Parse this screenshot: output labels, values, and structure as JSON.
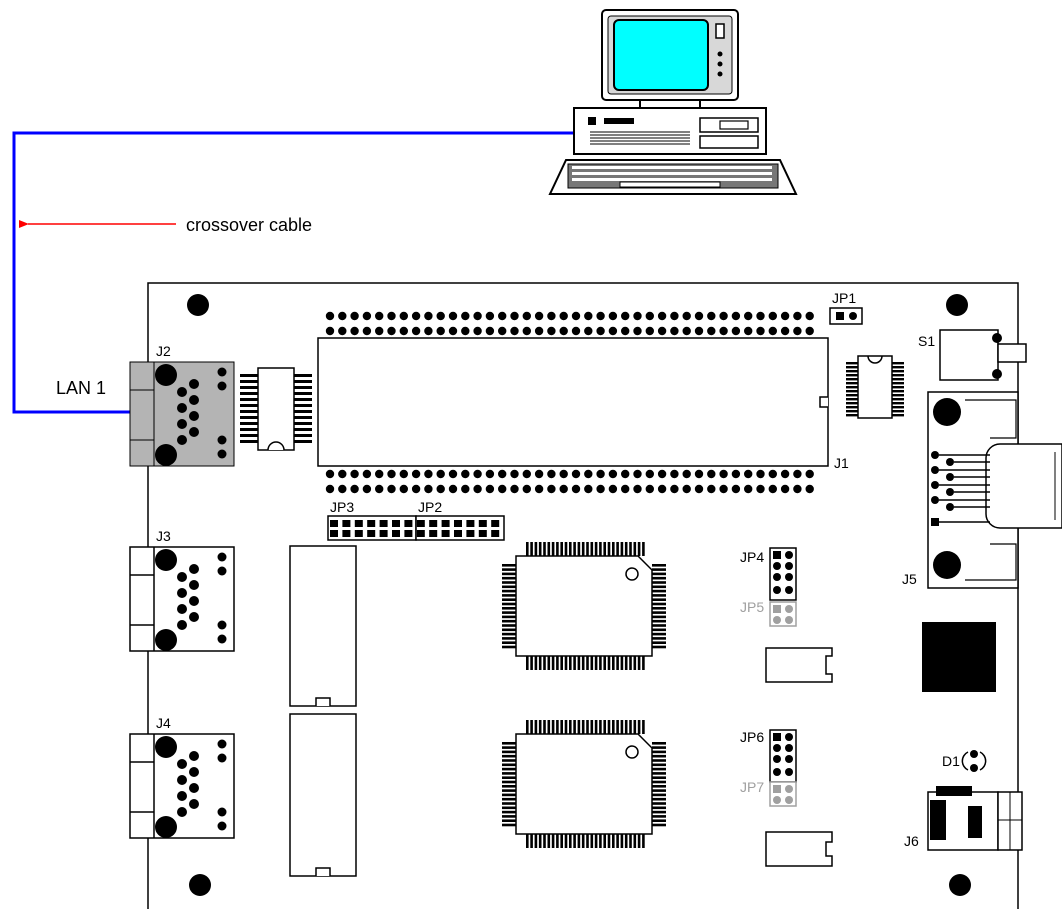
{
  "labels": {
    "cable": "crossover cable",
    "lan": "LAN 1",
    "j1": "J1",
    "j2": "J2",
    "j3": "J3",
    "j4": "J4",
    "j5": "J5",
    "j6": "J6",
    "jp1": "JP1",
    "jp2": "JP2",
    "jp3": "JP3",
    "jp4": "JP4",
    "jp5": "JP5",
    "jp6": "JP6",
    "jp7": "JP7",
    "s1": "S1",
    "d1": "D1"
  },
  "colors": {
    "cable": "#0000ff",
    "arrow": "#ff0000",
    "screen": "#00ffff",
    "ic_body": "#000000",
    "highlight_gray": "#b4b4b4"
  },
  "icons": {
    "computer": "desktop-computer-icon"
  }
}
